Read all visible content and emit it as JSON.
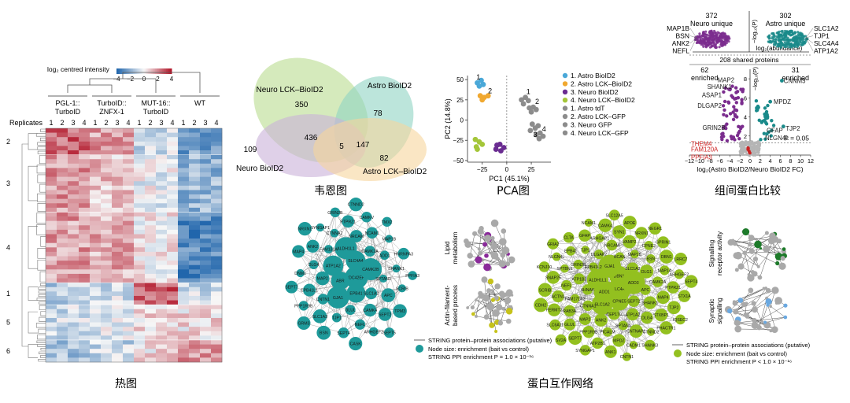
{
  "captions": {
    "heatmap": "热图",
    "venn": "韦恩图",
    "pca": "PCA图",
    "compare": "组间蛋白比较",
    "network": "蛋白互作网络"
  },
  "heatmap": {
    "scale_label": "log₂ centred intensity",
    "scale_ticks": [
      "−4",
      "−2",
      "0",
      "2",
      "4"
    ],
    "replicates_label": "Replicates",
    "groups": [
      {
        "name": "PGL-1::\nTurboID",
        "reps": [
          "1",
          "2",
          "3",
          "4"
        ]
      },
      {
        "name": "TurboID::\nZNFX-1",
        "reps": [
          "1",
          "2",
          "3",
          "4"
        ]
      },
      {
        "name": "MUT-16::\nTurboID",
        "reps": [
          "1",
          "2",
          "3",
          "4"
        ]
      },
      {
        "name": "WT",
        "reps": [
          "1",
          "2",
          "3",
          "4"
        ]
      }
    ],
    "clusters": [
      {
        "id": "2",
        "rows": 6,
        "levels": [
          2.6,
          1.6,
          -0.8,
          -2.4
        ]
      },
      {
        "id": "3",
        "rows": 13,
        "levels": [
          1.8,
          0.9,
          -0.2,
          -1.8
        ]
      },
      {
        "id": "4",
        "rows": 16,
        "levels": [
          1.6,
          1.3,
          0.2,
          -3.0
        ]
      },
      {
        "id": "1",
        "rows": 5,
        "levels": [
          -1.2,
          -0.6,
          2.8,
          -0.8
        ]
      },
      {
        "id": "5",
        "rows": 8,
        "levels": [
          -0.8,
          -0.4,
          0.6,
          0.4
        ]
      },
      {
        "id": "6",
        "rows": 5,
        "levels": [
          -1.4,
          -0.9,
          0.4,
          1.6
        ]
      }
    ]
  },
  "venn": {
    "sets": [
      {
        "name": "Neuro LCK–BioID2",
        "color": "#b9dc8f"
      },
      {
        "name": "Astro BioID2",
        "color": "#8fd3c3"
      },
      {
        "name": "Neuro BioID2",
        "color": "#c9b0d9"
      },
      {
        "name": "Astro LCK–BioID2",
        "color": "#f6d59c"
      }
    ],
    "counts": [
      "350",
      "78",
      "109",
      "436",
      "5",
      "147",
      "82"
    ]
  },
  "chart_data": [
    {
      "type": "scatter",
      "name": "PCA",
      "xlabel": "PC1 (45.1%)",
      "ylabel": "PC2 (14.8%)",
      "xticks": [
        "−25",
        "0",
        "25"
      ],
      "yticks": [
        "50",
        "25",
        "0",
        "−25",
        "−50"
      ],
      "xlim": [
        -40,
        45
      ],
      "ylim": [
        -52,
        55
      ],
      "point_labels": [
        {
          "text": "1",
          "x": -29,
          "y": 50
        },
        {
          "text": "2",
          "x": -17,
          "y": 33
        },
        {
          "text": "1",
          "x": 22,
          "y": 32
        },
        {
          "text": "2",
          "x": 31,
          "y": 20
        },
        {
          "text": "4",
          "x": 38,
          "y": -14
        },
        {
          "text": "3",
          "x": 29,
          "y": -21
        }
      ],
      "series": [
        {
          "name": "1. Astro BioID2",
          "color": "#4aa8d8",
          "points": [
            [
              -30,
              46
            ],
            [
              -26,
              49
            ],
            [
              -24,
              44
            ],
            [
              -28,
              42
            ]
          ]
        },
        {
          "name": "2. Astro LCK–BioID2",
          "color": "#f0a830",
          "points": [
            [
              -27,
              30
            ],
            [
              -23,
              28
            ],
            [
              -19,
              30
            ],
            [
              -25,
              25
            ]
          ]
        },
        {
          "name": "3. Neuro BioID2",
          "color": "#6a2c91",
          "points": [
            [
              -10,
              -31
            ],
            [
              -7,
              -30
            ],
            [
              -11,
              -36
            ],
            [
              -6,
              -38
            ],
            [
              -3,
              -34
            ]
          ]
        },
        {
          "name": "4. Neuro LCK–BioID2",
          "color": "#a4c639",
          "points": [
            [
              -32,
              -24
            ],
            [
              -28,
              -27
            ],
            [
              -31,
              -33
            ],
            [
              -25,
              -30
            ],
            [
              -30,
              -36
            ]
          ]
        },
        {
          "name": "1. Astro tdT",
          "color": "#8c8c8c",
          "points": [
            [
              15,
              25
            ],
            [
              19,
              28
            ],
            [
              22,
              24
            ],
            [
              17,
              20
            ]
          ]
        },
        {
          "name": "2. Astro LCK–GFP",
          "color": "#8c8c8c",
          "points": [
            [
              23,
              15
            ],
            [
              27,
              16
            ],
            [
              25,
              10
            ],
            [
              30,
              13
            ]
          ]
        },
        {
          "name": "3. Neuro GFP",
          "color": "#8c8c8c",
          "points": [
            [
              26,
              -5
            ],
            [
              29,
              -10
            ],
            [
              24,
              -13
            ],
            [
              32,
              -7
            ]
          ]
        },
        {
          "name": "4. Neuro LCK–GFP",
          "color": "#8c8c8c",
          "points": [
            [
              30,
              -18
            ],
            [
              34,
              -16
            ],
            [
              37,
              -20
            ],
            [
              33,
              -23
            ]
          ]
        }
      ]
    },
    {
      "type": "scatter",
      "name": "Group comparison",
      "xlabel": "log₂(Astro BioID2/Neuro BioID2 FC)",
      "ylabel": "−log₁₀(P)",
      "xticks": [
        "−12",
        "−10",
        "−8",
        "−6",
        "−4",
        "−2",
        "0",
        "2",
        "4",
        "6",
        "8",
        "10",
        "12"
      ],
      "yticks": [
        "0",
        "2",
        "4",
        "6",
        "8"
      ],
      "xlim": [
        -12,
        12
      ],
      "ylim": [
        0,
        9
      ],
      "top": {
        "left_count": "372",
        "left_label": "Neuro unique",
        "right_count": "302",
        "right_label": "Astro unique",
        "axis_label": "−log₁₀(P)",
        "x_axis_label": "log₂(abundance)",
        "shared_label": "208 shared proteins",
        "left_genes": [
          "MAP1B",
          "BSN",
          "ANK2",
          "NEFL"
        ],
        "right_genes": [
          "SLC1A2",
          "TJP1",
          "SLC4A4",
          "ATP1A2"
        ]
      },
      "enriched_left": {
        "count": "62",
        "label": "enriched"
      },
      "enriched_right": {
        "count": "31",
        "label": "enriched"
      },
      "pvalue_label": "P = 0.05",
      "neuro_color": "#7b2d8e",
      "astro_color": "#1a8a8a",
      "grey_color": "#b5b5b5",
      "highlight_color": "#cc2222",
      "labels": [
        {
          "text": "MAP2",
          "x": -2.8,
          "y": 7.9,
          "side": "neuro"
        },
        {
          "text": "SHANK1",
          "x": -3.3,
          "y": 7.2,
          "side": "neuro"
        },
        {
          "text": "ASAP1",
          "x": -5.3,
          "y": 6.3,
          "side": "neuro"
        },
        {
          "text": "DLGAP2",
          "x": -5.3,
          "y": 5.2,
          "side": "neuro"
        },
        {
          "text": "GRIN2B",
          "x": -4.6,
          "y": 2.9,
          "side": "neuro"
        },
        {
          "text": "CNNM3",
          "x": 6.2,
          "y": 7.8,
          "side": "astro"
        },
        {
          "text": "MPDZ",
          "x": 4.2,
          "y": 5.6,
          "side": "astro"
        },
        {
          "text": "GFAP",
          "x": 2.8,
          "y": 2.6,
          "side": "astro"
        },
        {
          "text": "TJP2",
          "x": 6.6,
          "y": 2.8,
          "side": "astro"
        },
        {
          "text": "NLGN4L",
          "x": 2.5,
          "y": 1.8,
          "side": "astro"
        },
        {
          "text": "THEM4",
          "x": -6.8,
          "y": 1.2,
          "side": "red"
        },
        {
          "text": "FAM120A",
          "x": -6.8,
          "y": 0.6,
          "side": "red"
        },
        {
          "text": "PPFIA3",
          "x": -6.8,
          "y": -0.2,
          "side": "red"
        }
      ]
    }
  ],
  "network_left": {
    "color": "#1e9a9a",
    "labels": [
      "CDC42EP4",
      "ABR",
      "SLC4A4",
      "EPB41",
      "ATP1A2",
      "CAMK2B",
      "GJA1",
      "ALDH1L1",
      "SLC1A2",
      "MAP2",
      "CAMK2A",
      "GLUL",
      "FAM131A",
      "SPTAN1",
      "CNTN1",
      "NRCAM",
      "CAMK4",
      "DLG4",
      "ADD1",
      "TJP1",
      "CTNNA2",
      "APC",
      "EPB41L1",
      "NCAM1",
      "NEFL",
      "ANK2",
      "SHANK1",
      "SLC1A3",
      "PTPRZ1",
      "SEPT2",
      "DNM1",
      "MAP1B",
      "SEPT4",
      "SYNGAP1",
      "SCRIB",
      "PPP1R9B",
      "CAMKV",
      "ARHGEF2",
      "MAP4",
      "HNRNPA3",
      "BSN",
      "GRIN2B",
      "TPM3",
      "SEPT7",
      "TMX2",
      "CASK",
      "NRXN1",
      "PPFIA3",
      "GRM3",
      "CTNND2",
      "SEPT5"
    ],
    "legend_line": "STRING protein–protein associations (putative)",
    "legend_node": "Node size: enrichment (bait vs control)",
    "legend_p": "STRING PPI enrichment P = 1.0 × 10⁻¹⁶"
  },
  "mini_left": [
    {
      "label": "Lipid\nmetabolism",
      "accent": "#8a2a9a"
    },
    {
      "label": "Actin-filament-\nbased process",
      "accent": "#c6c21a"
    }
  ],
  "network_right": {
    "color": "#93c01f",
    "labels": [
      "SLC4A4",
      "ADD1",
      "DBN1",
      "CPNE5",
      "ALDH1L1",
      "ADD3",
      "SLC1A2",
      "GJA1",
      "SEPT2",
      "AHNAK",
      "SLC1A3",
      "CEP170",
      "EPB41L2",
      "APC",
      "CTNNA1",
      "BCAN",
      "ATP1A2",
      "ATP1B2",
      "DLG1",
      "ANK2",
      "DLGAP2",
      "SHANK1",
      "FAM171A2",
      "MAP1B",
      "SPTAN1",
      "GRIN2B",
      "CAMK2A",
      "MAP2",
      "NRCAM",
      "DLG4",
      "NEFL",
      "BSN",
      "PICALM",
      "TJP1",
      "MAP4",
      "RAB3A",
      "VAMP2",
      "CNTNAP1",
      "SPTBN1",
      "MAP1A",
      "PPP1R9B",
      "ARHGAP1",
      "STXBP1",
      "ACTN1",
      "CPNE2",
      "MPDZ",
      "EPB41",
      "PTPRZ1",
      "GLUL",
      "SYN1",
      "CTNND2",
      "SNAP25",
      "DBN1",
      "ATP2B1",
      "GFAP",
      "TJP2",
      "FERMT2",
      "NRXN1",
      "CADM1",
      "NLGN4L",
      "ARHGEF2",
      "SEPT7",
      "CAMK4",
      "PHACTR1",
      "SCRIB",
      "GPRIN1",
      "ANK1",
      "CLTA",
      "STX1A",
      "SLC6A11",
      "APOE",
      "SHANK3",
      "KCNJ10",
      "LRRC7",
      "SYNGAP1",
      "NCAM1",
      "IQSEC2",
      "CDH2",
      "NEGR1",
      "CNTN1",
      "GRIA2",
      "SEPT4",
      "SV2A",
      "SLC12A5"
    ],
    "legend_line": "STRING protein–protein associations (putative)",
    "legend_node": "Node size: enrichment (bait vs control)",
    "legend_p": "STRING PPI enrichment P < 1.0 × 10⁻¹⁶"
  },
  "mini_right": [
    {
      "label": "Signalling\nreceptor activity",
      "accent": "#1d7a2a"
    },
    {
      "label": "Synaptic\nsignalling",
      "accent": "#6aa8e0"
    }
  ]
}
